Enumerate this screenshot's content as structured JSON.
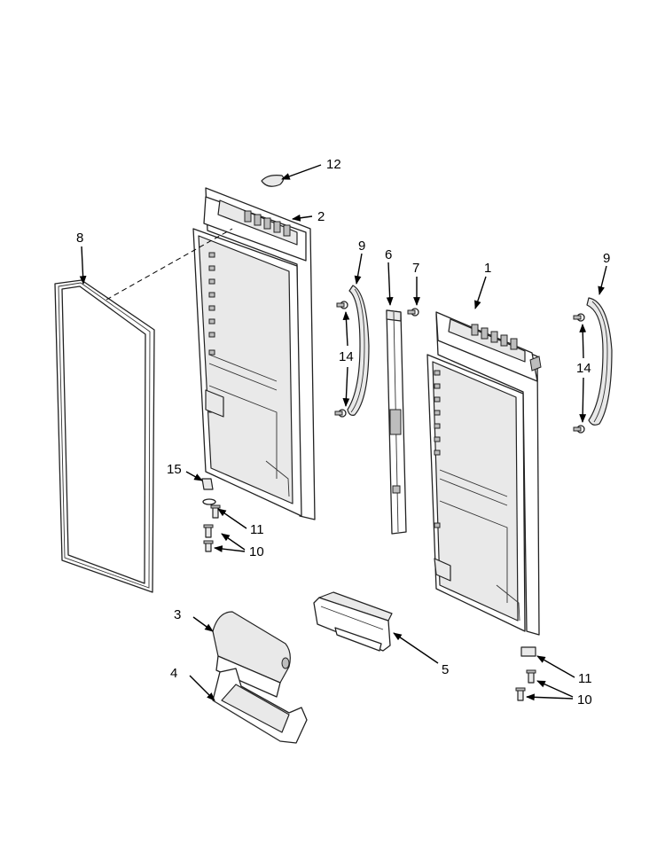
{
  "callouts": {
    "c1": "1",
    "c2": "2",
    "c3": "3",
    "c4": "4",
    "c5": "5",
    "c6": "6",
    "c7": "7",
    "c8": "8",
    "c9_left": "9",
    "c9_right": "9",
    "c10_left": "10",
    "c10_right": "10",
    "c11_left": "11",
    "c11_right": "11",
    "c12": "12",
    "c14_left": "14",
    "c14_right": "14",
    "c15": "15"
  }
}
